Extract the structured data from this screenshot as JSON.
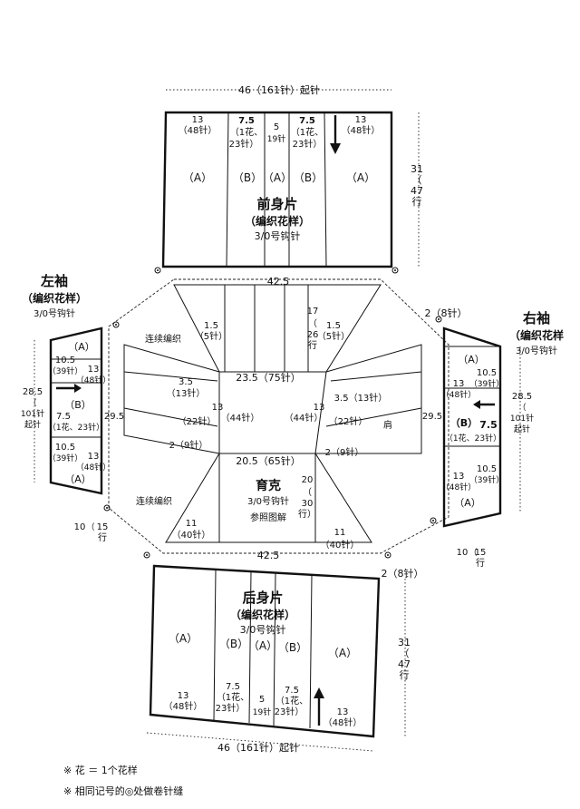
{
  "colors": {
    "ink": "#111111",
    "paper": "#ffffff"
  },
  "top": {
    "width_label": "46（161针）起针"
  },
  "front": {
    "title": "前身片",
    "pattern": "（编织花样）",
    "hook": "3/0号钩针",
    "height_a": "31",
    "height_b": "（",
    "height_c": "47",
    "height_d": "行",
    "col1_a": "13",
    "col1_b": "（48针）",
    "col2_a": "7.5",
    "col2_b": "（1花、",
    "col2_c": "23针）",
    "col3_a": "5",
    "col3_b": "19针",
    "col4_a": "7.5",
    "col4_b": "（1花、",
    "col4_c": "23针）",
    "col5_a": "13",
    "col5_b": "（48针）",
    "sec_a": "（A）",
    "sec_b": "（B）"
  },
  "yoke": {
    "top_width": "42.5",
    "inner_top": "23.5（75针）",
    "inner_bottom": "20.5（65针）",
    "bottom_width": "42.5",
    "title": "育克",
    "hook": "3/0号钩针",
    "ref": "参照图解",
    "chain": "连续编织",
    "shoulder": "肩",
    "w15": "1.5",
    "w5": "（5针）",
    "h17": "17",
    "h26a": "（",
    "h26": "26",
    "h26b": "行",
    "side29": "29.5",
    "s35": "3.5",
    "s13z": "（13针）",
    "s35r": "3.5（13针）",
    "s13": "13",
    "s44": "（44针）",
    "s22": "（22针）",
    "s2": "2（9针）",
    "h20": "20",
    "h30a": "（",
    "h30": "30",
    "h30b": "行）",
    "b11": "11",
    "b40": "（40针）",
    "corner": "2（8针）"
  },
  "left_sleeve": {
    "title": "左袖",
    "pattern": "（编织花样）",
    "hook": "3/0号钩针",
    "h_a": "28.5",
    "h_b": "（",
    "h_c": "101针",
    "h_d": "起针",
    "r1a": "10.5",
    "r1b": "（39针）",
    "r2a": "7.5",
    "r2b": "（1花、23针）",
    "r3a": "10.5",
    "r3b": "（39针）",
    "s13": "13",
    "s48": "（48针）",
    "bottom": "10",
    "bottom2": "（",
    "bottom3": "15",
    "bottom4": "行"
  },
  "right_sleeve": {
    "title": "右袖",
    "pattern": "（编织花样",
    "hook": "3/0号钩针",
    "h_a": "28.5",
    "h_b": "（",
    "h_c": "101针",
    "h_d": "起针",
    "r1a": "10.5",
    "r1b": "（39针）",
    "r2a": "7.5",
    "r2b": "（1花、23针）",
    "r3a": "10.5",
    "r3b": "（39针）",
    "s13": "13",
    "s48": "（48针）",
    "bottom": "10",
    "bottom2": "（",
    "bottom3": "15",
    "bottom4": "行"
  },
  "back": {
    "title": "后身片",
    "pattern": "（编织花样）",
    "hook": "3/0号钩针",
    "width_label": "46（161针）起针"
  },
  "notes": {
    "n1": "※ 花 ＝ 1个花样",
    "n2": "※ 相同记号的◎处做卷针缝"
  }
}
